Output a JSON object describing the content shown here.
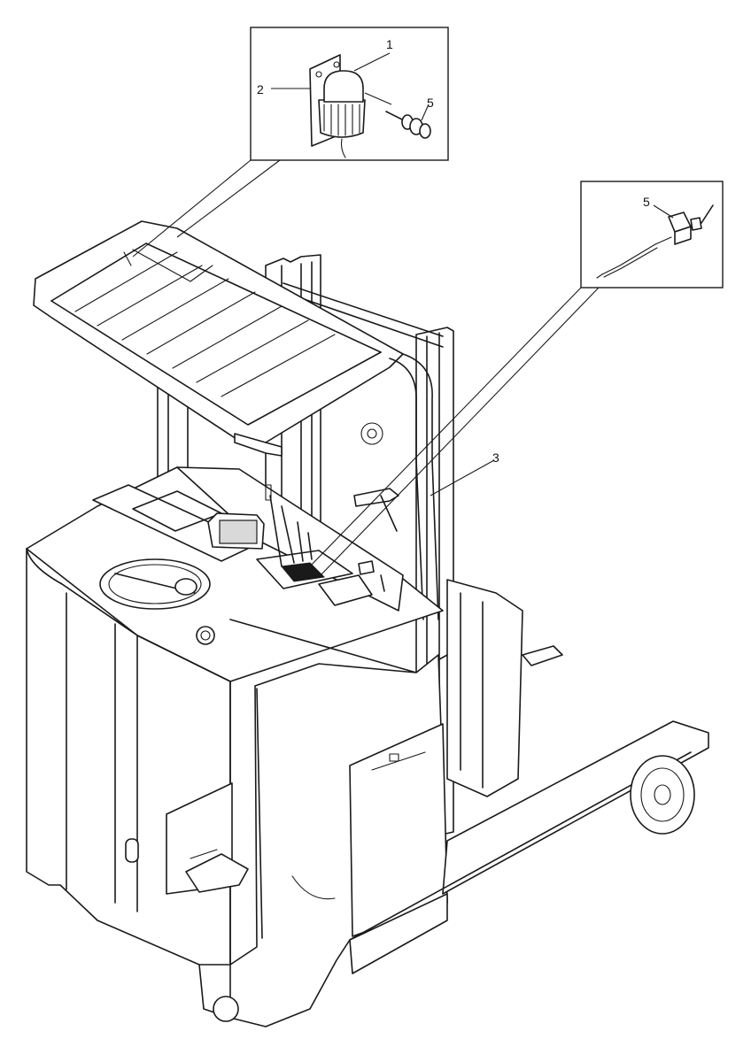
{
  "callouts": {
    "c1": "1",
    "c2": "2",
    "c3": "3",
    "c5a": "5",
    "c5b": "5"
  },
  "icons": {
    "beacon": "rotating-beacon-lamp-icon",
    "switch": "toggle-switch-icon"
  },
  "colors": {
    "line": "#1a1a1a",
    "background": "#ffffff"
  }
}
